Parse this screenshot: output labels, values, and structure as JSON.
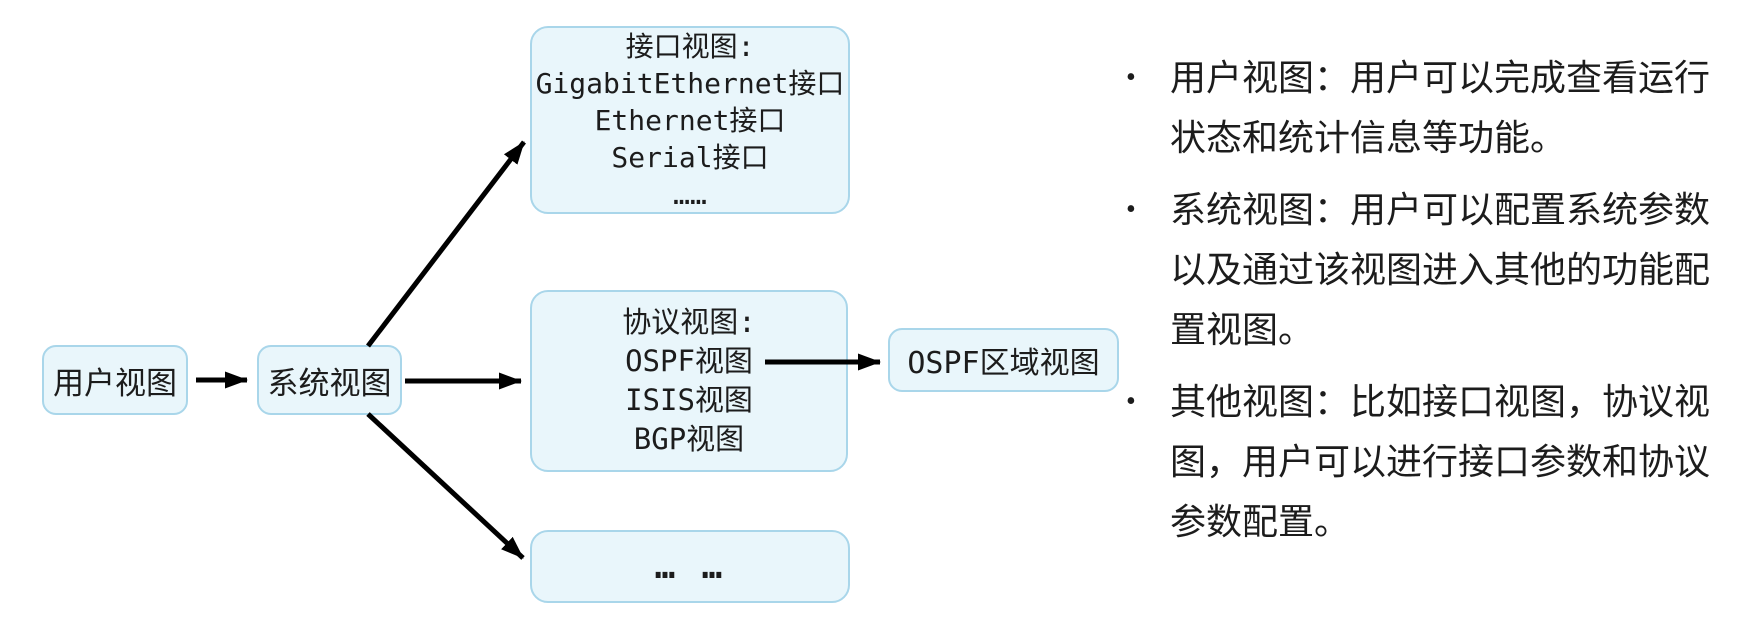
{
  "diagram": {
    "nodes": {
      "user_view": {
        "label": "用户视图"
      },
      "system_view": {
        "label": "系统视图"
      },
      "interface_view": {
        "lines": [
          "接口视图:",
          "GigabitEthernet接口",
          "Ethernet接口",
          "Serial接口",
          "……"
        ]
      },
      "protocol_view": {
        "lines": [
          "协议视图:",
          "OSPF视图",
          "ISIS视图",
          "BGP视图"
        ]
      },
      "ospf_area_view": {
        "label": "OSPF区域视图"
      },
      "other_views": {
        "label": "… …"
      }
    },
    "arrows": [
      {
        "name": "user-to-system"
      },
      {
        "name": "system-to-interface"
      },
      {
        "name": "system-to-protocol"
      },
      {
        "name": "system-to-other"
      },
      {
        "name": "ospf-to-ospf-area"
      }
    ],
    "colors": {
      "node_fill": "#e9f6fb",
      "node_border": "#a9d6ea",
      "arrow": "#000000",
      "text": "#1c1c1c"
    }
  },
  "notes": {
    "items": [
      {
        "bullet": "•",
        "text": "用户视图：用户可以完成查看运行状态和统计信息等功能。"
      },
      {
        "bullet": "•",
        "text": "系统视图：用户可以配置系统参数以及通过该视图进入其他的功能配置视图。"
      },
      {
        "bullet": "•",
        "text": "其他视图：比如接口视图，协议视图，用户可以进行接口参数和协议参数配置。"
      }
    ]
  }
}
